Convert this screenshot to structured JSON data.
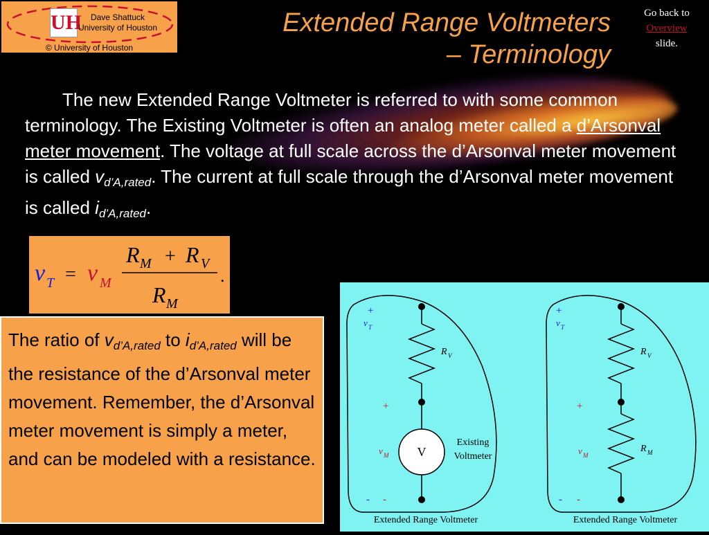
{
  "logo": {
    "emblem": "UH",
    "name_line1": "Dave Shattuck",
    "name_line2": "University of Houston",
    "copyright": "© University of Houston"
  },
  "title": {
    "line1": "Extended Range Voltmeters",
    "line2": "– Terminology"
  },
  "nav": {
    "prefix": "Go back to",
    "link": "Overview",
    "suffix": "slide."
  },
  "paragraph": {
    "p1": "The new Extended Range Voltmeter is referred to with some common terminology.  The Existing Voltmeter is often an analog meter called a ",
    "term": "d’Arsonval meter movement",
    "p2": ".  The voltage at full scale across the d’Arsonval meter movement is called ",
    "v_sym": "v",
    "v_sub": "d’A,rated",
    "p3": ". The current at full scale through the d’Arsonval meter movement is called ",
    "i_sym": "i",
    "i_sub": "d’A,rated",
    "p4": "."
  },
  "equation": {
    "lhs_var": "v",
    "lhs_sub": "T",
    "equals": "=",
    "rhs_var": "v",
    "rhs_sub": "M",
    "num_a": "R",
    "num_a_sub": "M",
    "plus": "+",
    "num_b": "R",
    "num_b_sub": "V",
    "den": "R",
    "den_sub": "M",
    "period": "."
  },
  "ratio_text": {
    "t1": "The ratio of ",
    "v_sym": "v",
    "v_sub": "d’A,rated",
    "t2": " to ",
    "i_sym": "i",
    "i_sub": "d’A,rated",
    "t3": " will be the resistance of the d’Arsonval meter movement. Remember, the d’Arsonval meter movement is simply a meter, and can be modeled with a resistance."
  },
  "circuit_left": {
    "plus_top": "+",
    "vt": "v",
    "vt_sub": "T",
    "rv": "R",
    "rv_sub": "V",
    "plus_mid": "+",
    "vm": "v",
    "vm_sub": "M",
    "meter": "V",
    "existing_l1": "Existing",
    "existing_l2": "Voltmeter",
    "minus_a": "-",
    "minus_b": "-",
    "caption": "Extended Range Voltmeter"
  },
  "circuit_right": {
    "plus_top": "+",
    "vt": "v",
    "vt_sub": "T",
    "rv": "R",
    "rv_sub": "V",
    "plus_mid": "+",
    "vm": "v",
    "vm_sub": "M",
    "rm": "R",
    "rm_sub": "M",
    "minus_a": "-",
    "minus_b": "-",
    "caption": "Extended Range Voltmeter"
  },
  "colors": {
    "accent_orange": "#f7a24a",
    "link_red": "#c8102e",
    "circuit_bg": "#7ff2f2",
    "red_label": "#d0102e",
    "blue_label": "#1a1ad6"
  }
}
